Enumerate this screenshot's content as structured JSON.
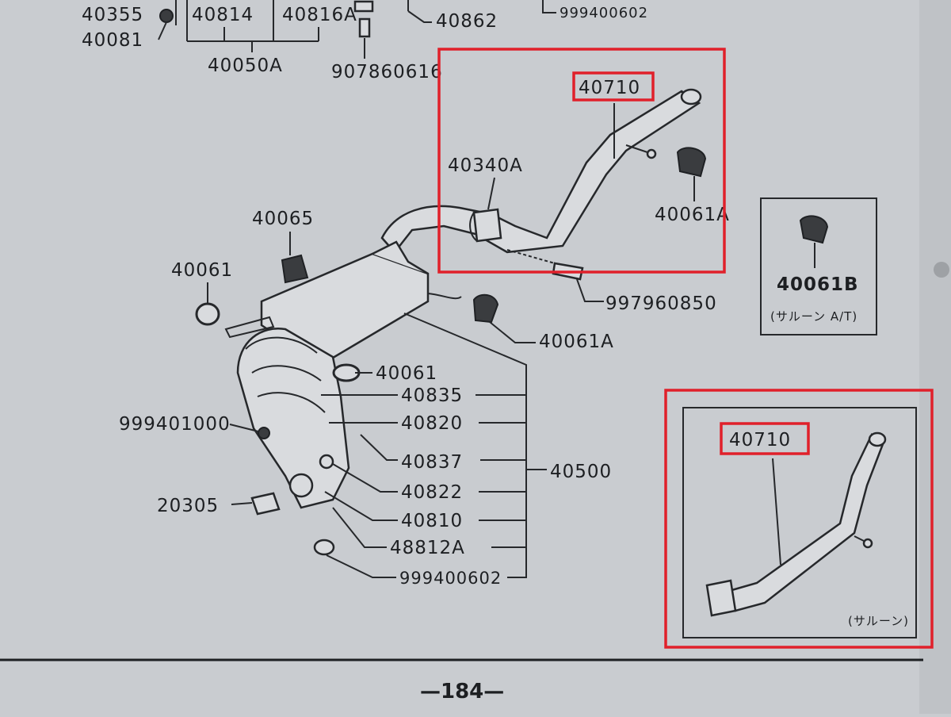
{
  "labels": {
    "p40355": "40355",
    "p40081": "40081",
    "p40814": "40814",
    "p40816A": "40816A",
    "p40050A": "40050A",
    "p907860616": "907860616",
    "p40862": "40862",
    "p999400602_top": "999400602",
    "p40710_a": "40710",
    "p40340A": "40340A",
    "p40061A_a": "40061A",
    "p40065": "40065",
    "p40061_a": "40061",
    "p997960850": "997960850",
    "p40061A_b": "40061A",
    "p40061B": "40061B",
    "p40061": "40061",
    "p40835": "40835",
    "p40820": "40820",
    "p40837": "40837",
    "p40822": "40822",
    "p40810": "40810",
    "p48812A": "48812A",
    "p999400602": "999400602",
    "p40500": "40500",
    "p999401000": "999401000",
    "p20305": "20305",
    "p40710_b": "40710"
  },
  "notes": {
    "inset_a_t": "(サルーン A/T)",
    "inset_saloon": "(サルーン)"
  },
  "page_number": "—184—",
  "colors": {
    "paper": "#c9ccd0",
    "ink": "#1d1f22",
    "highlight": "#e0202a"
  }
}
